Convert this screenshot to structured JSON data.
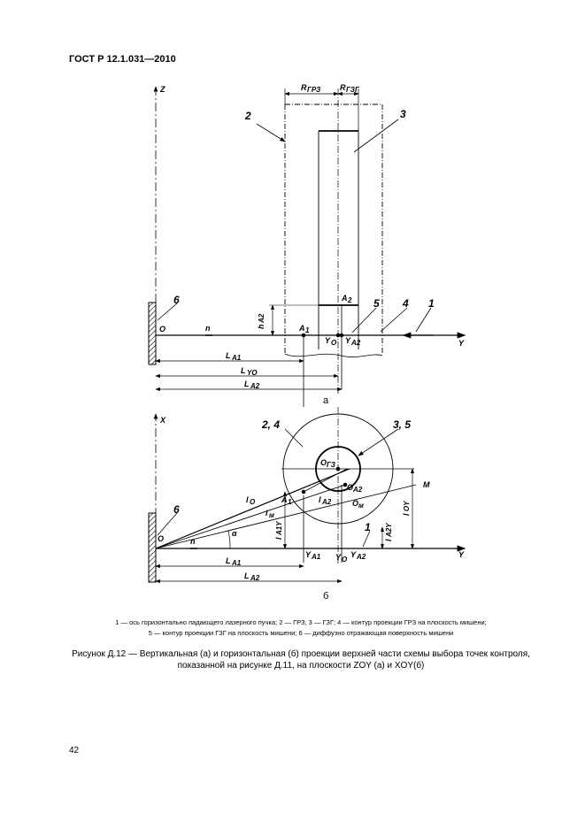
{
  "header": "ГОСТ Р 12.1.031—2010",
  "figure": {
    "top": {
      "axis_z": "Z",
      "axis_y": "Y",
      "origin": "O",
      "label_r_grz": "R",
      "label_r_grz_sub": "ГРЗ",
      "label_r_gzg": "R",
      "label_r_gzg_sub": "ГЗГ",
      "num_2": "2",
      "num_3": "3",
      "num_6": "6",
      "num_5": "5",
      "num_4": "4",
      "num_1": "1",
      "point_a2": "A",
      "point_a2_sub": "2",
      "point_a1": "A",
      "point_a1_sub": "1",
      "h_label": "h",
      "h_sub": "A2",
      "n_label": "n",
      "yo": "Y",
      "yo_sub": "O",
      "ya2": "Y",
      "ya2_sub": "A2",
      "la1": "L",
      "la1_sub": "A1",
      "lyo": "L",
      "lyo_sub": "YO",
      "la2": "L",
      "la2_sub": "A2",
      "sub_a": "a"
    },
    "bottom": {
      "axis_x": "X",
      "axis_y": "Y",
      "origin": "O",
      "num_24": "2, 4",
      "num_35": "3, 5",
      "num_6": "6",
      "num_1": "1",
      "o_gz": "O",
      "o_gz_sub": "ГЗ",
      "o_a2": "O",
      "o_a2_sub": "A2",
      "o_m": "O",
      "o_m_sub": "м",
      "a1": "A",
      "a1_sub": "1",
      "m": "M",
      "l_o": "l",
      "l_o_sub": "O",
      "l_m": "l",
      "l_m_sub": "м",
      "l_a2": "l",
      "l_a2_sub": "A2",
      "l_a1y": "l",
      "l_a1y_sub": "A1Y",
      "l_oy": "l",
      "l_oy_sub": "OY",
      "l_a2y": "l",
      "l_a2y_sub": "A2Y",
      "alpha": "α",
      "n_label": "n",
      "ya1": "Y",
      "ya1_sub": "A1",
      "yo": "Y",
      "yo_sub": "O",
      "ya2": "Y",
      "ya2_sub": "A2",
      "la1": "L",
      "la1_sub": "A1",
      "la2": "L",
      "la2_sub": "A2",
      "sub_b": "б"
    }
  },
  "legend_line1": "1 — ось горизонтально падающего лазерного пучка; 2 — ГРЗ; 3 — ГЗГ; 4 — контур проекции ГРЗ на плоскость мишени;",
  "legend_line2": "5 — контур проекции ГЗГ на плоскость мишени; 6 — диффузно отражающая поверхность мишени",
  "caption_line1": "Рисунок Д.12 — Вертикальная (а) и горизонтальная (б) проекции верхней части схемы выбора точек контроля,",
  "caption_line2": "показанной на рисунке Д.11, на плоскости ZOY (а) и XOY(б)",
  "page_number": "42"
}
